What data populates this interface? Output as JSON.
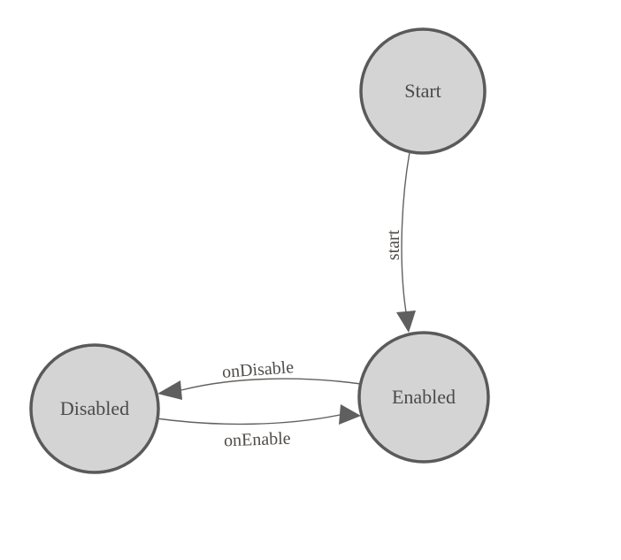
{
  "diagram": {
    "nodes": [
      {
        "id": "start",
        "label": "Start"
      },
      {
        "id": "enabled",
        "label": "Enabled"
      },
      {
        "id": "disabled",
        "label": "Disabled"
      }
    ],
    "edges": [
      {
        "id": "start-to-enabled",
        "from": "start",
        "to": "enabled",
        "label": "start"
      },
      {
        "id": "enabled-to-disabled",
        "from": "enabled",
        "to": "disabled",
        "label": "onDisable"
      },
      {
        "id": "disabled-to-enabled",
        "from": "disabled",
        "to": "enabled",
        "label": "onEnable"
      }
    ],
    "colors": {
      "background": "#ffffff",
      "node_fill": "#d4d4d4",
      "node_stroke": "#5a5a5a",
      "edge_line": "#616161",
      "arrowhead": "#5f5f5f",
      "node_text": "#4a4a4a",
      "edge_text": "#4f4c49"
    }
  }
}
